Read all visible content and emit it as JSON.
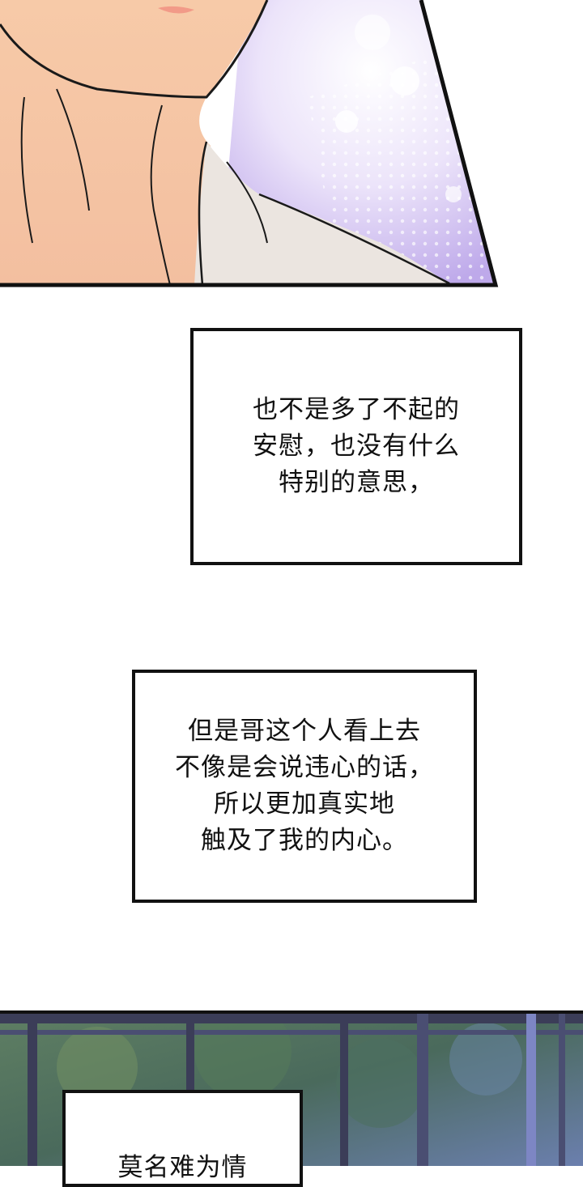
{
  "captions": {
    "first": "也不是多了不起的\n安慰，也没有什么\n特别的意思，",
    "second": "但是哥这个人看上去\n不像是会说违心的话，\n所以更加真实地\n触及了我的内心。",
    "third_partial": "莫名难为情"
  },
  "colors": {
    "skin": "#f5c6a5",
    "shirt": "#ebe5e0",
    "sparkle_bg": "#d9cdf3",
    "forest_dark": "#3e5d52",
    "window_frame": "#3b3d58"
  }
}
